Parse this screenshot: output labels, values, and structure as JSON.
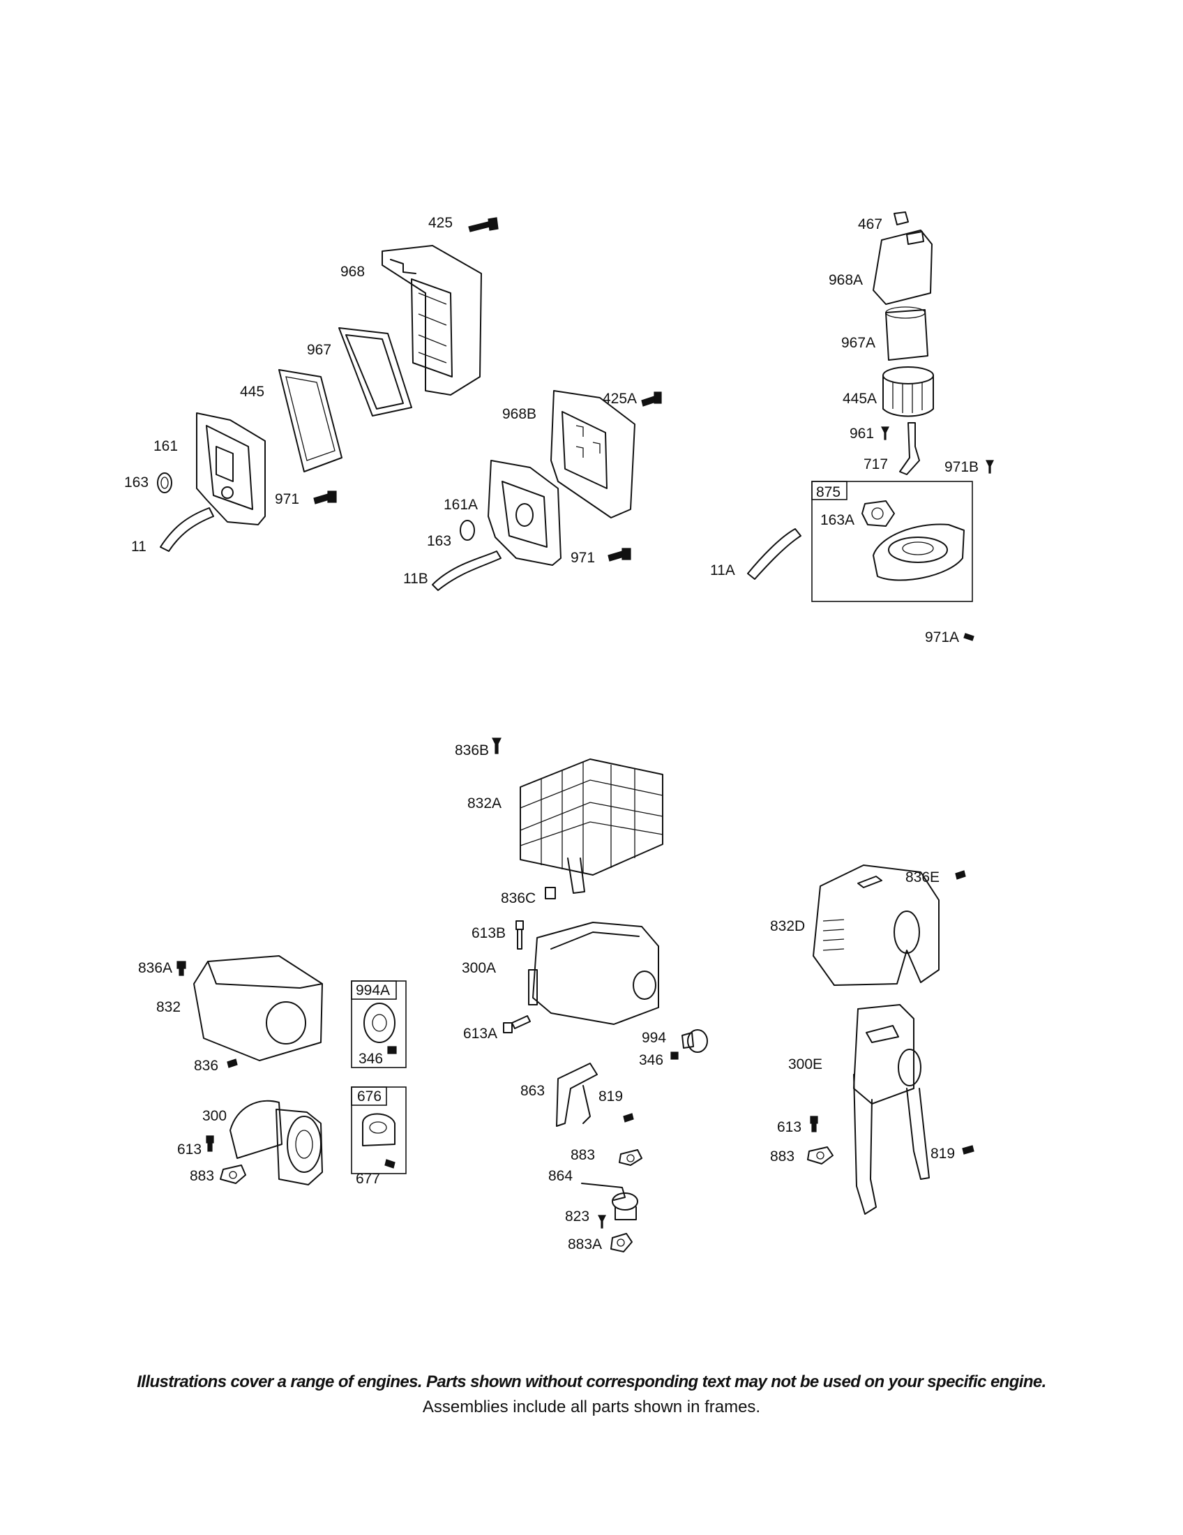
{
  "labels": {
    "p425": "425",
    "p968": "968",
    "p967": "967",
    "p445": "445",
    "p161": "161",
    "p163": "163",
    "p11": "11",
    "p971": "971",
    "p968B": "968B",
    "p425A": "425A",
    "p161A": "161A",
    "p163b": "163",
    "p971b": "971",
    "p11B": "11B",
    "p467": "467",
    "p968A": "968A",
    "p967A": "967A",
    "p445A": "445A",
    "p961": "961",
    "p717": "717",
    "p971B": "971B",
    "p875": "875",
    "p163A": "163A",
    "p11A": "11A",
    "p971A": "971A",
    "p836B": "836B",
    "p832A": "832A",
    "p836C": "836C",
    "p613B": "613B",
    "p300A": "300A",
    "p613A": "613A",
    "p994": "994",
    "p346b": "346",
    "p863": "863",
    "p819b": "819",
    "p883b": "883",
    "p864": "864",
    "p823": "823",
    "p883A": "883A",
    "p836A": "836A",
    "p832": "832",
    "p836": "836",
    "p994A": "994A",
    "p346": "346",
    "p300": "300",
    "p613": "613",
    "p883": "883",
    "p676": "676",
    "p677": "677",
    "p836E": "836E",
    "p832D": "832D",
    "p300E": "300E",
    "p613c": "613",
    "p883c": "883",
    "p819": "819"
  },
  "footer": {
    "disclaimer": "Illustrations cover a range of engines. Parts shown without corresponding text may not be used on your specific engine.",
    "assemblies_note": "Assemblies include all parts shown in frames."
  }
}
